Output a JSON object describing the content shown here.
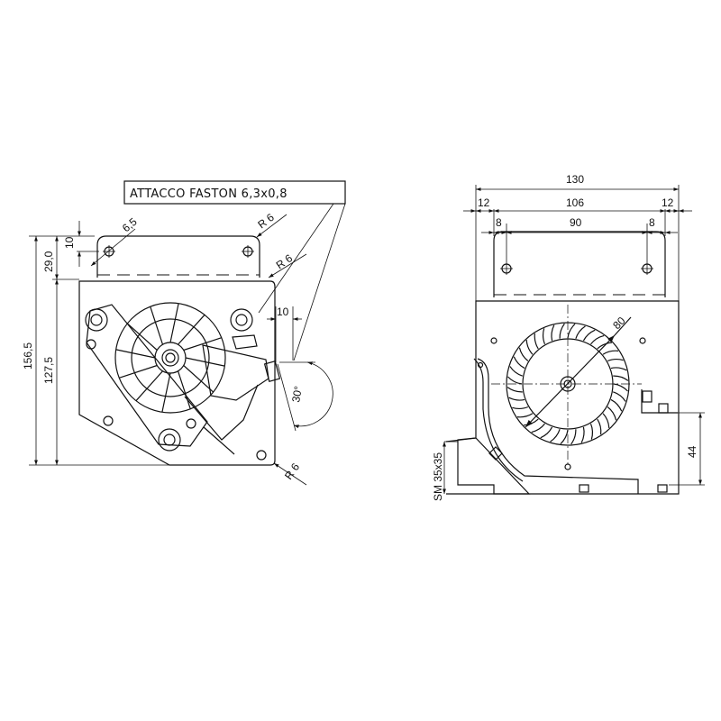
{
  "callout": {
    "text": "ATTACCO FASTON 6,3x0,8"
  },
  "left_view": {
    "dims": {
      "overall_height": "156,5",
      "body_height": "127,5",
      "bracket_height": "29,0",
      "hole_offset": "10",
      "hole_dia": "6,5",
      "radius_top": "R 6",
      "radius_mid": "R 6",
      "radius_bottom": "R 6",
      "terminal_width": "10",
      "angle": "30°"
    }
  },
  "right_view": {
    "dims": {
      "overall_width": "130",
      "margin_left": "12",
      "inner_width": "106",
      "margin_right": "12",
      "hole_left": "8",
      "hole_span": "90",
      "hole_right": "8",
      "impeller_dia": "80",
      "outlet_height": "44",
      "outlet_size": "SM 35x35"
    }
  }
}
